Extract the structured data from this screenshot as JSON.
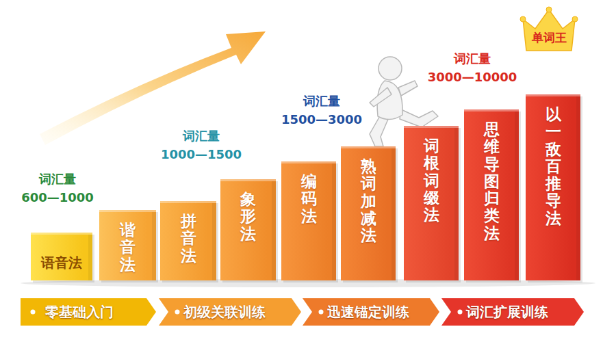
{
  "diagram": {
    "nodes": [
      {
        "text": [
          "语音法"
        ]
      },
      {
        "text": [
          "谐音法"
        ]
      },
      {
        "text": [
          "拼音法"
        ]
      },
      {
        "text": [
          "象形法"
        ]
      },
      {
        "text": [
          "编码法"
        ]
      },
      {
        "text": [
          "熟词加减法"
        ]
      },
      {
        "text": [
          "词根词缀法"
        ]
      },
      {
        "text": [
          "思维导图归类法"
        ]
      },
      {
        "text": [
          "以一敌百推导法"
        ]
      },
      {
        "text": [
          "单词王"
        ]
      },
      {
        "text": [
          "零基础入门"
        ]
      },
      {
        "text": [
          "初级关联训练"
        ]
      },
      {
        "text": [
          "迅速锚定训练"
        ]
      },
      {
        "text": [
          "词汇扩展训练"
        ]
      }
    ],
    "labels": [
      "词汇量",
      "600—1000",
      "词汇量",
      "1000—1500",
      "词汇量",
      "1500—3000",
      "词汇量",
      "3000—10000"
    ]
  }
}
